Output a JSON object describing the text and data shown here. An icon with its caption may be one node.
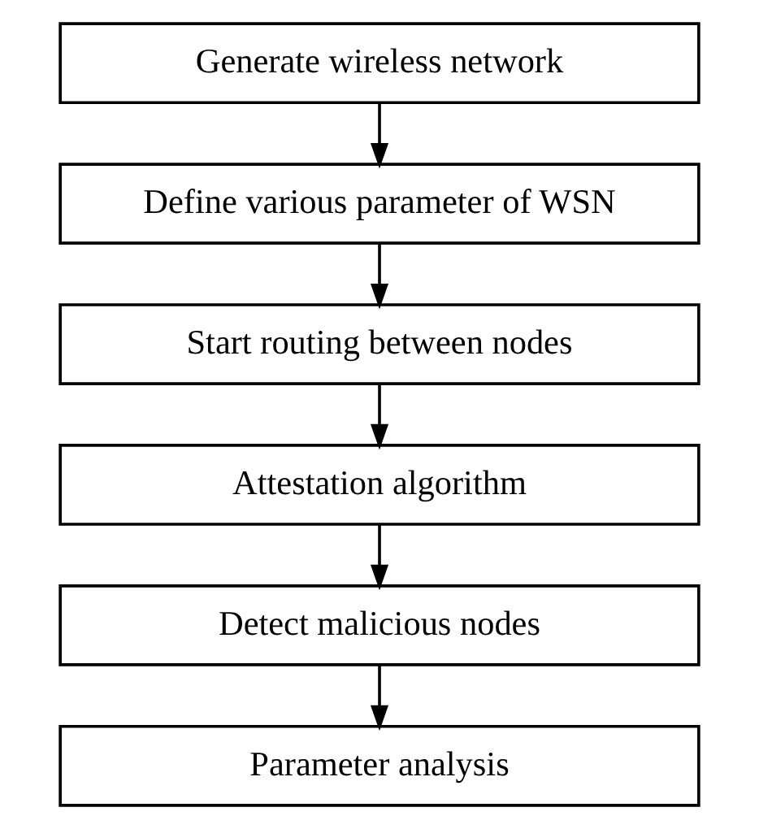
{
  "diagram": {
    "nodes": [
      {
        "text": [
          "Generate wireless network"
        ]
      },
      {
        "text": [
          "Define various parameter of WSN"
        ]
      },
      {
        "text": [
          "Start routing between nodes"
        ]
      },
      {
        "text": [
          "Attestation algorithm"
        ]
      },
      {
        "text": [
          "Detect malicious nodes"
        ]
      },
      {
        "text": [
          "Parameter analysis"
        ]
      }
    ],
    "edges": [
      {
        "from": 0,
        "to": 1,
        "arrow": "to"
      },
      {
        "from": 1,
        "to": 2,
        "arrow": "to"
      },
      {
        "from": 2,
        "to": 3,
        "arrow": "to"
      },
      {
        "from": 3,
        "to": 4,
        "arrow": "to"
      },
      {
        "from": 4,
        "to": 5,
        "arrow": "to"
      }
    ]
  }
}
